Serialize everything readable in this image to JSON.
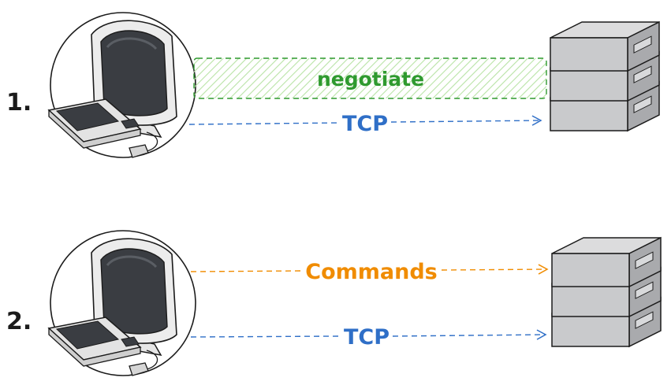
{
  "steps": [
    {
      "number": "1.",
      "box_label": "negotiate",
      "arrow_label": "TCP"
    },
    {
      "number": "2.",
      "arrow1_label": "Commands",
      "arrow2_label": "TCP"
    }
  ],
  "colors": {
    "negotiate": "#2f9a2f",
    "negotiate_hatch": "#b9e3a6",
    "tcp": "#2f6fc7",
    "commands": "#f08c00",
    "ink": "#1b1b1b",
    "screen": "#3a3d42",
    "server_face": "#c9cacc",
    "server_top": "#dcdcdd",
    "server_side": "#a9aaad"
  },
  "icons": {
    "client": "computer-icon",
    "server": "server-stack-icon"
  }
}
